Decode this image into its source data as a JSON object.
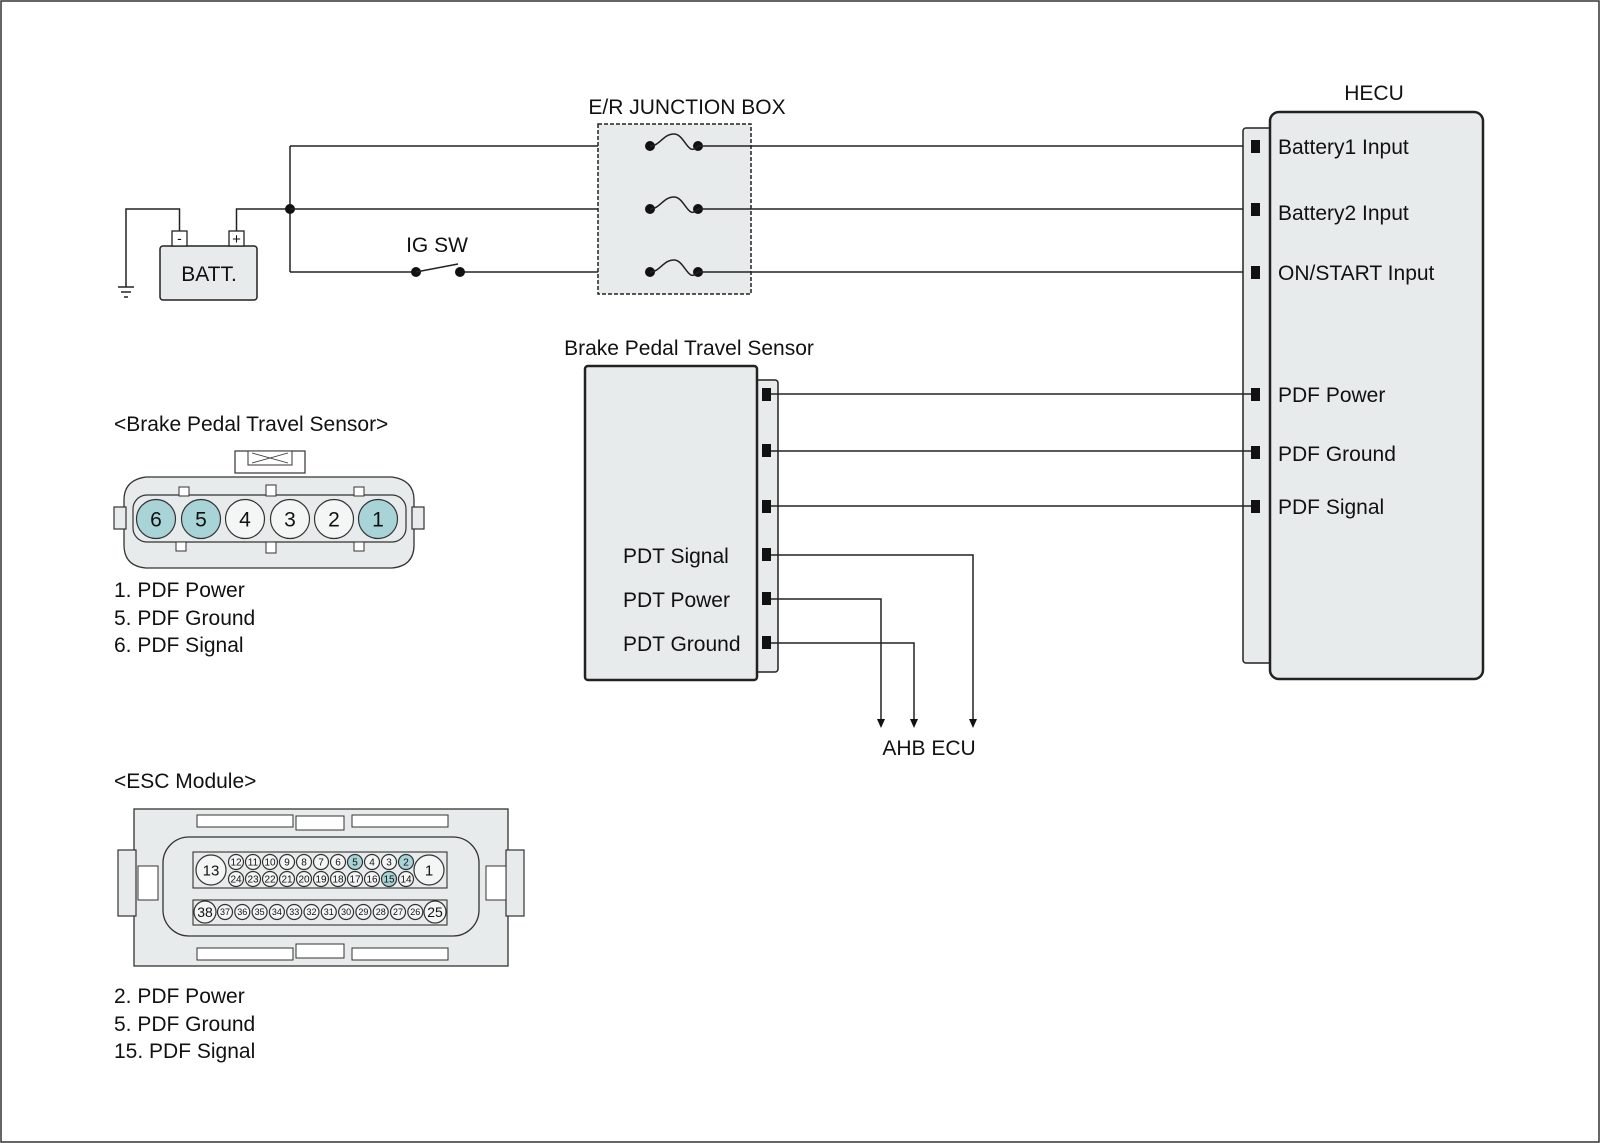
{
  "labels": {
    "junction_box": "E/R JUNCTION BOX",
    "hecu": "HECU",
    "battery": "BATT.",
    "battery_minus": "-",
    "battery_plus": "+",
    "ig_sw": "IG SW",
    "bpts_block": "Brake Pedal Travel Sensor",
    "ahb_ecu": "AHB ECU"
  },
  "hecu_pins": [
    "Battery1 Input",
    "Battery2 Input",
    "ON/START Input",
    "PDF Power",
    "PDF Ground",
    "PDF Signal"
  ],
  "bpts_pins": [
    "PDT Signal",
    "PDT Power",
    "PDT Ground"
  ],
  "bpts_connector": {
    "title": "<Brake Pedal Travel Sensor>",
    "pins": [
      {
        "label": "6",
        "highlight": true
      },
      {
        "label": "5",
        "highlight": true
      },
      {
        "label": "4",
        "highlight": false
      },
      {
        "label": "3",
        "highlight": false
      },
      {
        "label": "2",
        "highlight": false
      },
      {
        "label": "1",
        "highlight": true
      }
    ],
    "legend": [
      "1. PDF Power",
      "5. PDF Ground",
      "6. PDF Signal"
    ]
  },
  "esc_connector": {
    "title": "<ESC Module>",
    "big_left_top": "13",
    "big_right_top": "1",
    "row1": [
      "12",
      "11",
      "10",
      "9",
      "8",
      "7",
      "6",
      "5",
      "4",
      "3",
      "2"
    ],
    "row2": [
      "24",
      "23",
      "22",
      "21",
      "20",
      "19",
      "18",
      "17",
      "16",
      "15",
      "14"
    ],
    "big_left_bottom": "38",
    "big_right_bottom": "25",
    "row3": [
      "37",
      "36",
      "35",
      "34",
      "33",
      "32",
      "31",
      "30",
      "29",
      "28",
      "27",
      "26"
    ],
    "highlighted": [
      "5",
      "2",
      "15"
    ],
    "legend": [
      "2. PDF Power",
      "5. PDF Ground",
      "15. PDF Signal"
    ]
  },
  "colors": {
    "highlight_pin": "#a8d4d8",
    "component_fill": "#e8ebeb"
  }
}
